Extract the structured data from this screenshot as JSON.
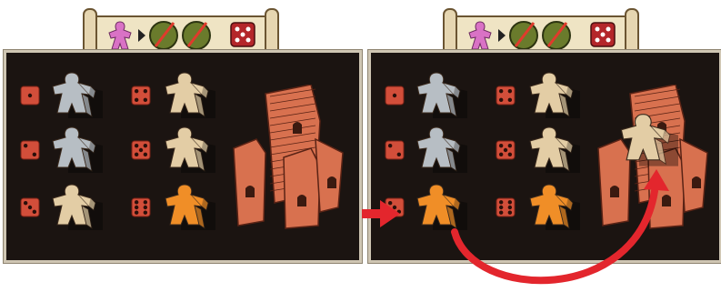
{
  "scenario": "before-and-after",
  "colors": {
    "board": "#1b1411",
    "die_red": "#d24e3a",
    "meeple_grey": "#b7bec4",
    "meeple_beige": "#e3cda5",
    "meeple_orange": "#f08e27",
    "meeple_pink": "#d972c5",
    "arrow_red": "#e3262d",
    "castle": "#d8714f"
  },
  "scroll": {
    "icons": [
      "meeple-pink-icon",
      "triangle-arrow-icon",
      "crossed-disc-icon",
      "crossed-disc-icon",
      "red-die-icon"
    ]
  },
  "panels": [
    {
      "id": "left",
      "rows": [
        {
          "die1": 1,
          "meeple1": "grey",
          "die2": 4,
          "meeple2": "beige"
        },
        {
          "die1": 2,
          "meeple1": "grey",
          "die2": 5,
          "meeple2": "beige"
        },
        {
          "die1": 3,
          "meeple1": "beige",
          "die2": 6,
          "meeple2": "orange"
        }
      ],
      "castle_meeple": null
    },
    {
      "id": "right",
      "rows": [
        {
          "die1": 1,
          "meeple1": "grey",
          "die2": 4,
          "meeple2": "beige"
        },
        {
          "die1": 2,
          "meeple1": "grey",
          "die2": 5,
          "meeple2": "beige"
        },
        {
          "die1": 3,
          "meeple1": "orange",
          "die2": 6,
          "meeple2": "orange"
        }
      ],
      "castle_meeple": "beige"
    }
  ],
  "arrows": [
    "entry-arrow",
    "curved-return-arrow"
  ]
}
